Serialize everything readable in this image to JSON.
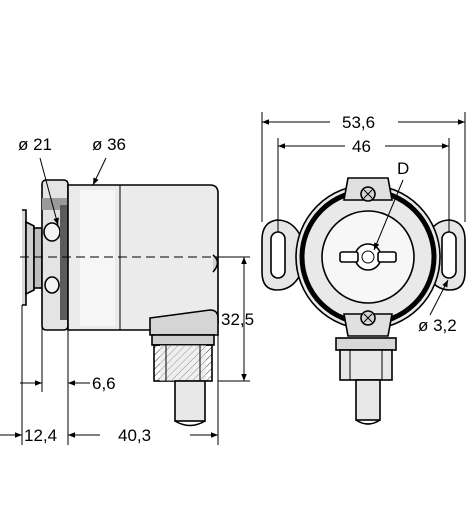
{
  "drawing": {
    "side_view": {
      "labels": {
        "inner_diameter": "ø 21",
        "housing_diameter": "ø 36",
        "height": "32,5",
        "flange": "6,6",
        "shaft_length": "12,4",
        "body_length": "40,3"
      }
    },
    "front_view": {
      "labels": {
        "overall_width": "53,6",
        "hole_spacing": "46",
        "detail": "D",
        "hole_diameter": "ø 3,2"
      }
    }
  }
}
